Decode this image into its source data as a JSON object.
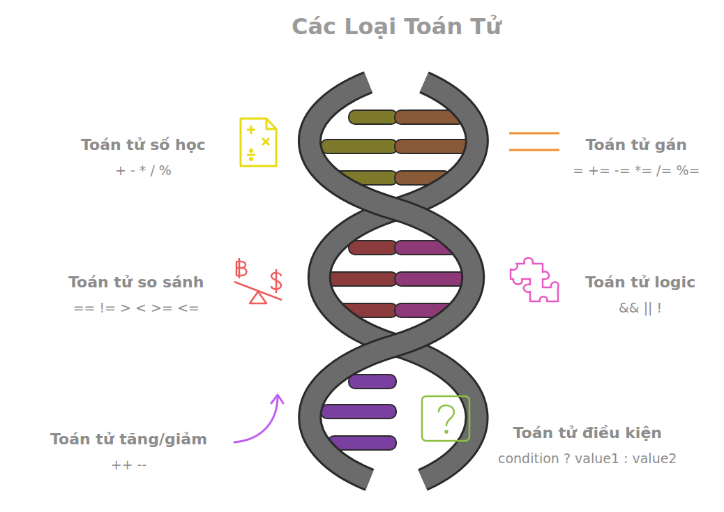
{
  "diagram": {
    "title": "Các Loại Toán Tử",
    "nodes": [
      {
        "text": [
          "Toán tử số học",
          "+ - * / %"
        ]
      },
      {
        "text": [
          "Toán tử gán",
          "= += -= *= /= %="
        ]
      },
      {
        "text": [
          "Toán tử so sánh",
          "== != > < >= <="
        ]
      },
      {
        "text": [
          "Toán tử logic",
          "&& || !"
        ]
      },
      {
        "text": [
          "Toán tử tăng/giảm",
          "++ --"
        ]
      },
      {
        "text": [
          "Toán tử điều kiện",
          "condition ? value1 : value2"
        ]
      }
    ]
  }
}
